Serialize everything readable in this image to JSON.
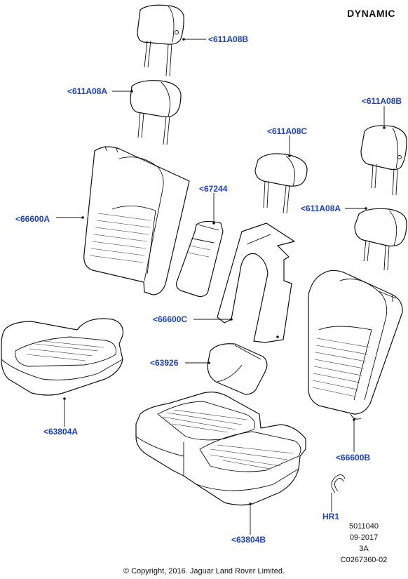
{
  "title": "DYNAMIC",
  "callouts": {
    "hr_top": "<611A08B",
    "hr_left": "<611A08A",
    "hr_right_top": "<611A08B",
    "hr_mid": "<611A08C",
    "hr_right_mid": "<611A08A",
    "armrest": "<67244",
    "back_left": "<66600A",
    "back_center": "<66600C",
    "armrest_cushion": "<63926",
    "cushion_left": "<63804A",
    "cushion_bottom": "<63804B",
    "back_right": "<66600B",
    "hook": "HR1"
  },
  "meta": {
    "line1": "5011040",
    "line2": "09-2017",
    "line3": "3A",
    "line4": "C0267360-02"
  },
  "copyright": "© Copyright, 2016. Jaguar Land Rover Limited."
}
